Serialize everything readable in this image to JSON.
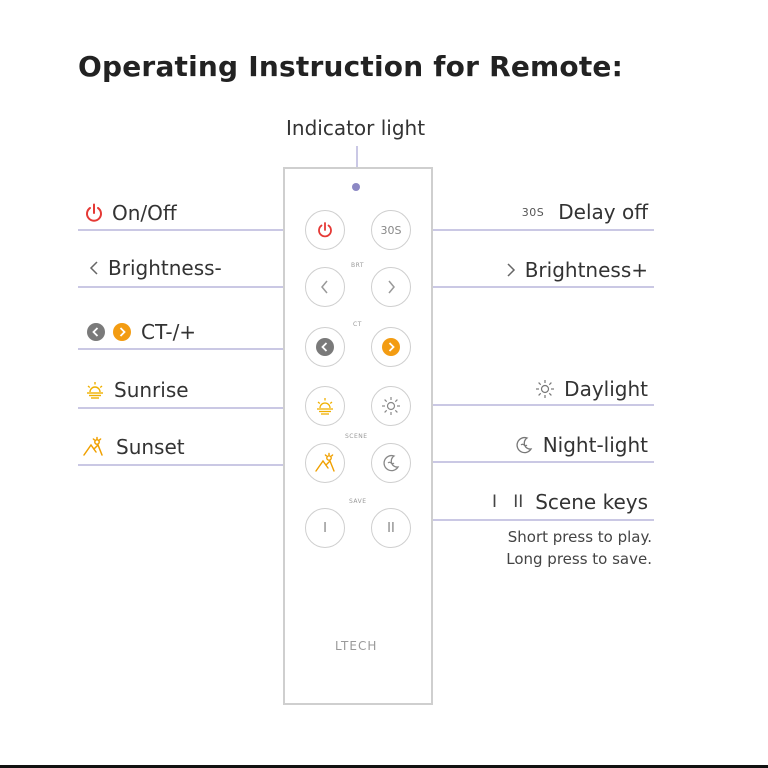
{
  "title": "Operating Instruction for Remote:",
  "indicator_label": "Indicator light",
  "brand": "LTECH",
  "section_labels": {
    "brt": "BRT",
    "ct": "CT",
    "scene": "SCENE",
    "save": "SAVE"
  },
  "buttons": {
    "delay_text": "30S",
    "scene1_text": "I",
    "scene2_text": "II"
  },
  "left_labels": {
    "on_off": "On/Off",
    "brightness_minus": "Brightness-",
    "ct": "CT-/+",
    "sunrise": "Sunrise",
    "sunset": "Sunset"
  },
  "right_labels": {
    "delay_icon_text": "30S",
    "delay_off": "Delay off",
    "brightness_plus": "Brightness+",
    "daylight": "Daylight",
    "night_light": "Night-light",
    "scene_icon_text": "I   II",
    "scene_keys": "Scene keys",
    "note_line1": "Short press to play.",
    "note_line2": "Long press to save."
  },
  "colors": {
    "power_red": "#e53935",
    "accent_orange": "#f39c12",
    "ct_gray": "#7a7a7a",
    "line_purple": "#8c88c4",
    "remote_border": "#cfcfcf"
  }
}
